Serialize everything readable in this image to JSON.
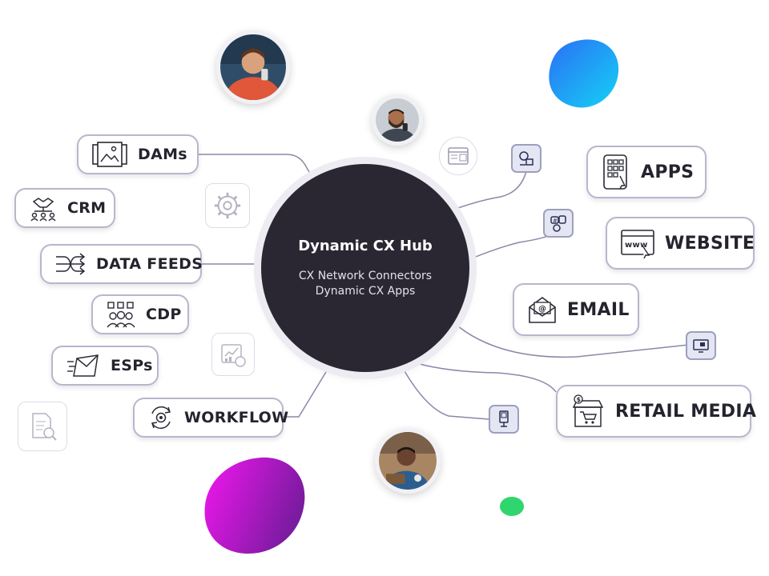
{
  "hub": {
    "title": "Dynamic CX Hub",
    "line1": "CX Network Connectors",
    "line2": "Dynamic CX Apps"
  },
  "sources": [
    {
      "label": "DAMs",
      "icon": "image-gallery-icon"
    },
    {
      "label": "CRM",
      "icon": "handshake-network-icon"
    },
    {
      "label": "DATA FEEDS",
      "icon": "arrows-merge-icon"
    },
    {
      "label": "CDP",
      "icon": "customer-group-icon"
    },
    {
      "label": "ESPs",
      "icon": "send-envelope-icon"
    },
    {
      "label": "WORKFLOW",
      "icon": "gear-cycle-icon"
    }
  ],
  "channels": [
    {
      "label": "APPS",
      "icon": "mobile-apps-icon"
    },
    {
      "label": "WEBSITE",
      "icon": "browser-www-icon"
    },
    {
      "label": "EMAIL",
      "icon": "open-envelope-icon"
    },
    {
      "label": "RETAIL MEDIA",
      "icon": "storefront-icon"
    }
  ],
  "colors": {
    "hub_bg": "#2a2733",
    "connector": "#8b87a8",
    "blob_blue": "#1aa2f5",
    "blob_magenta": "#c812e3",
    "dot_green": "#2fd66d"
  }
}
